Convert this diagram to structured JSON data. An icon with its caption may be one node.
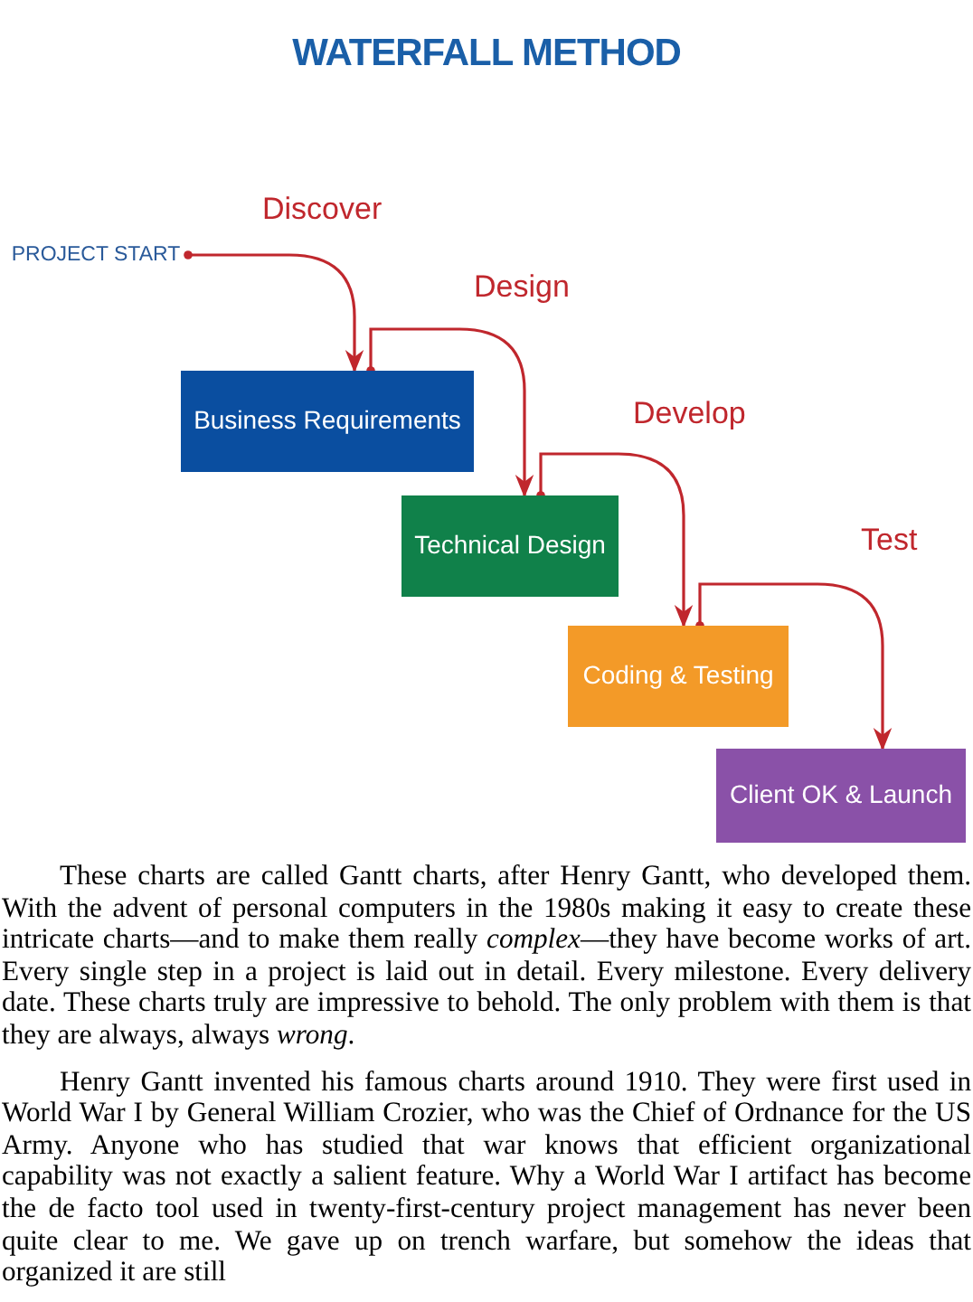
{
  "diagram": {
    "title": "WATERFALL METHOD",
    "nodes": [
      {
        "text": [
          "PROJECT START"
        ]
      },
      {
        "text": [
          "Business Requirements"
        ]
      },
      {
        "text": [
          "Technical Design"
        ]
      },
      {
        "text": [
          "Coding & Testing"
        ]
      },
      {
        "text": [
          "Client OK & Launch"
        ]
      }
    ],
    "edges": [
      {
        "from": 0,
        "to": 1,
        "arrow": "to",
        "label": "Discover"
      },
      {
        "from": 1,
        "to": 2,
        "arrow": "to",
        "label": "Design"
      },
      {
        "from": 2,
        "to": 3,
        "arrow": "to",
        "label": "Develop"
      },
      {
        "from": 3,
        "to": 4,
        "arrow": "to",
        "label": "Test"
      }
    ],
    "labels": [
      "These charts are called Gantt charts, after Henry Gantt, who developed them. With the advent of personal computers in the 1980s making it easy to create these intricate charts—and to make them really *complex*—they have become works of art. Every single step in a project is laid out in detail. Every milestone. Every delivery date. These charts truly are impressive to behold. The only problem with them is that they are always, always *wrong*.",
      "Henry Gantt invented his famous charts around 1910. They were first used in World War I by General William Crozier, who was the Chief of Ordnance for the US Army. Anyone who has studied that war knows that efficient organizational capability was not exactly a salient feature. Why a World War I artifact has become the de facto tool used in twenty-first-century project management has never been quite clear to me. We gave up on trench warfare, but somehow the ideas that organized it are still"
    ]
  }
}
